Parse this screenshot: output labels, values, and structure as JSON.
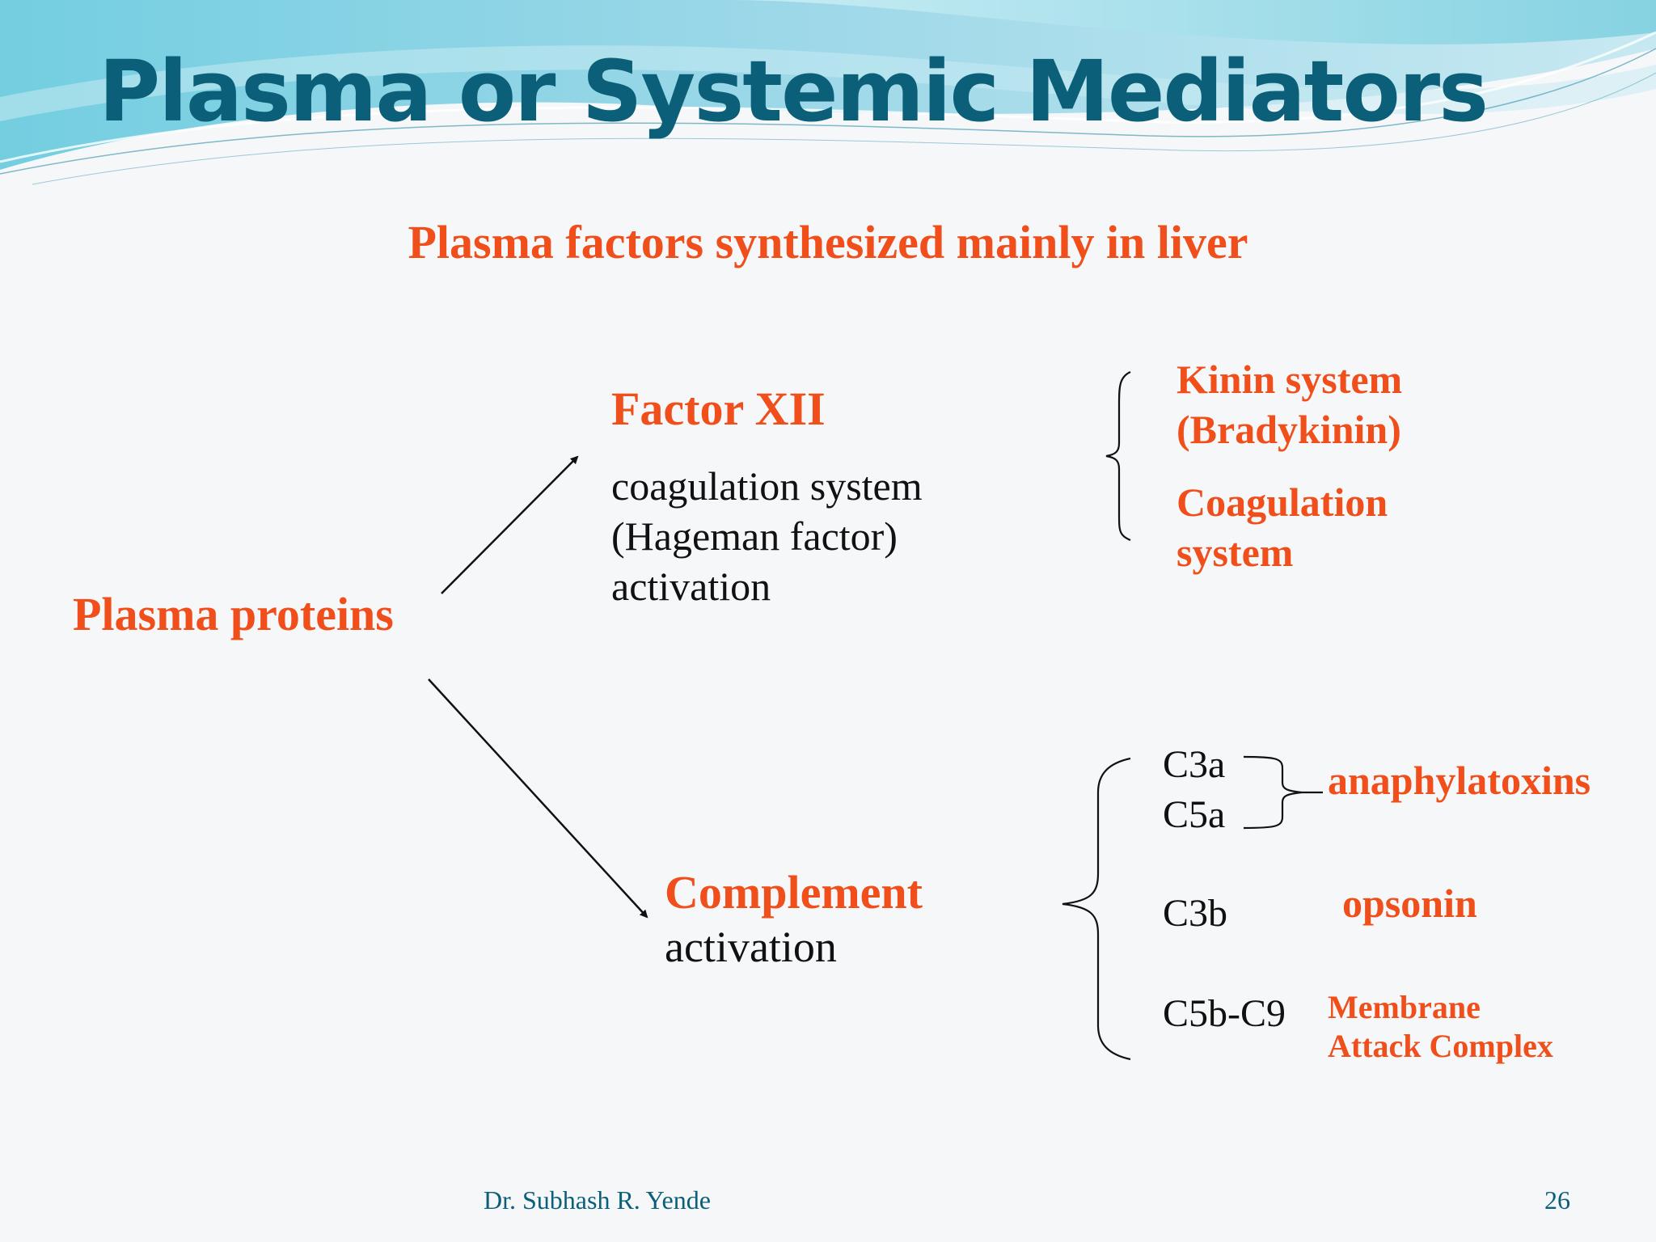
{
  "slide": {
    "title": "Plasma  or Systemic Mediators",
    "subtitle": "Plasma factors synthesized mainly in liver",
    "footer_author": "Dr. Subhash R. Yende",
    "page_number": "26"
  },
  "diagram": {
    "root": "Plasma proteins",
    "factor_xii": {
      "label": "Factor XII",
      "description": [
        "coagulation system",
        "(Hageman factor)",
        "activation"
      ],
      "outputs": {
        "kinin": [
          "Kinin system",
          "(Bradykinin)"
        ],
        "coagulation": [
          "Coagulation",
          "system"
        ]
      }
    },
    "complement": {
      "label": "Complement",
      "sublabel": "activation",
      "products": {
        "c3a": "C3a",
        "c5a": "C5a",
        "c3b": "C3b",
        "c5b_c9": "C5b-C9"
      },
      "roles": {
        "anaphylatoxins": "anaphylatoxins",
        "opsonin": "opsonin",
        "mac": [
          "Membrane",
          "Attack Complex"
        ]
      }
    }
  },
  "colors": {
    "title": "#0b5f78",
    "accent": "#f04e1a",
    "text": "#111111",
    "wave_light": "#a9dfe9",
    "wave_mid": "#58bfd6"
  }
}
